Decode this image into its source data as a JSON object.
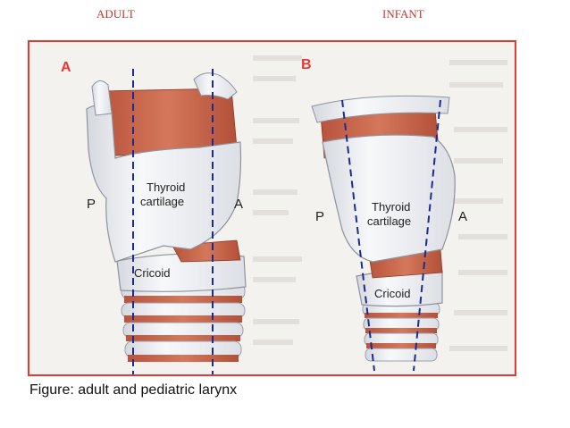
{
  "headers": {
    "left": "ADULT",
    "right": "INFANT"
  },
  "panels": {
    "a": {
      "letter": "A",
      "posterior": "P",
      "anterior": "A",
      "thyroid_line1": "Thyroid",
      "thyroid_line2": "cartilage",
      "cricoid": "Cricoid"
    },
    "b": {
      "letter": "B",
      "posterior": "P",
      "anterior": "A",
      "thyroid_line1": "Thyroid",
      "thyroid_line2": "cartilage",
      "cricoid": "Cricoid"
    }
  },
  "caption": "Figure: adult and pediatric larynx",
  "colors": {
    "frame": "#e53935",
    "header": "#c0392b",
    "guide_lines": "#1a2d8f",
    "muscle": "#c9644a",
    "cartilage": "#f2f3f5"
  }
}
